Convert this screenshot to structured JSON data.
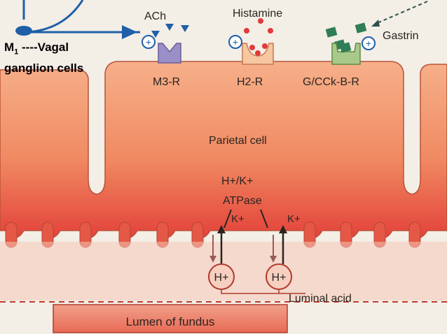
{
  "caption": {
    "line1_letter": "M",
    "line1_subscript": "1",
    "line1_rest": " ----Vagal",
    "line2": "ganglion cells"
  },
  "ligands": {
    "ach": "ACh",
    "histamine": "Histamine",
    "gastrin": "Gastrin"
  },
  "receptors": {
    "m3": "M3-R",
    "h2": "H2-R",
    "gcck": "G/CCk-B-R"
  },
  "plus_sign": "+",
  "cell_label": "Parietal cell",
  "pump": {
    "line1": "H+/K+",
    "line2": "ATPase"
  },
  "ions": {
    "k_plus": "K+",
    "h_plus": "H+"
  },
  "luminal_acid": "Luminal acid",
  "lumen_label": "Lumen of fundus",
  "colors": {
    "background": "#f3eee6",
    "cell_top": "#f4a680",
    "cell_bottom": "#e2453a",
    "receptor_m3": "#9b8fc8",
    "receptor_h2": "#f6c7a0",
    "receptor_gcck": "#a9c98a",
    "plus_circle": "#1f5fa8",
    "histamine_dots": "#e23a3a",
    "gastrin_squares": "#2f7e55"
  }
}
